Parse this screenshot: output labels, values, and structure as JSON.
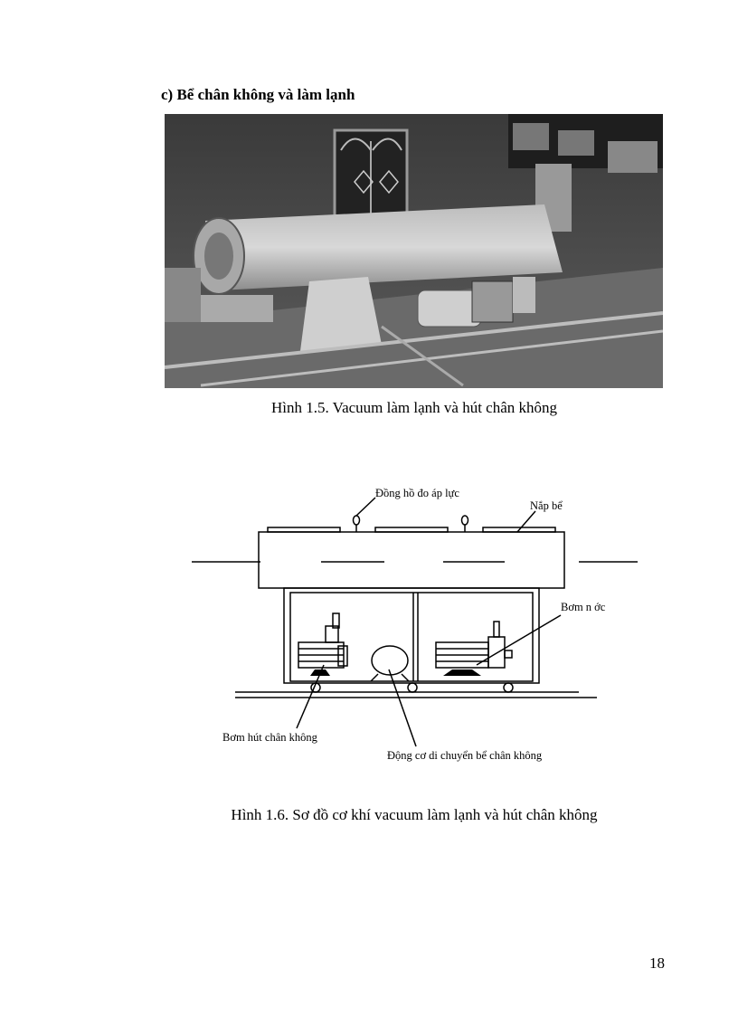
{
  "section_heading": "c) Bể chân không và làm lạnh",
  "figure1": {
    "caption": "Hình 1.5. Vacuum làm lạnh và hút chân không"
  },
  "figure2": {
    "caption": "Hình 1.6. Sơ đồ cơ khí vacuum làm lạnh và hút chân không",
    "labels": {
      "pressure_gauge": "Đồng hồ đo áp lực",
      "tank_lid": "Nắp bể",
      "water_pump": "Bơm n  ớc",
      "vacuum_pump": "Bơm hút chân không",
      "move_motor": "Động cơ di chuyển bể chân không"
    }
  },
  "page_number": "18"
}
